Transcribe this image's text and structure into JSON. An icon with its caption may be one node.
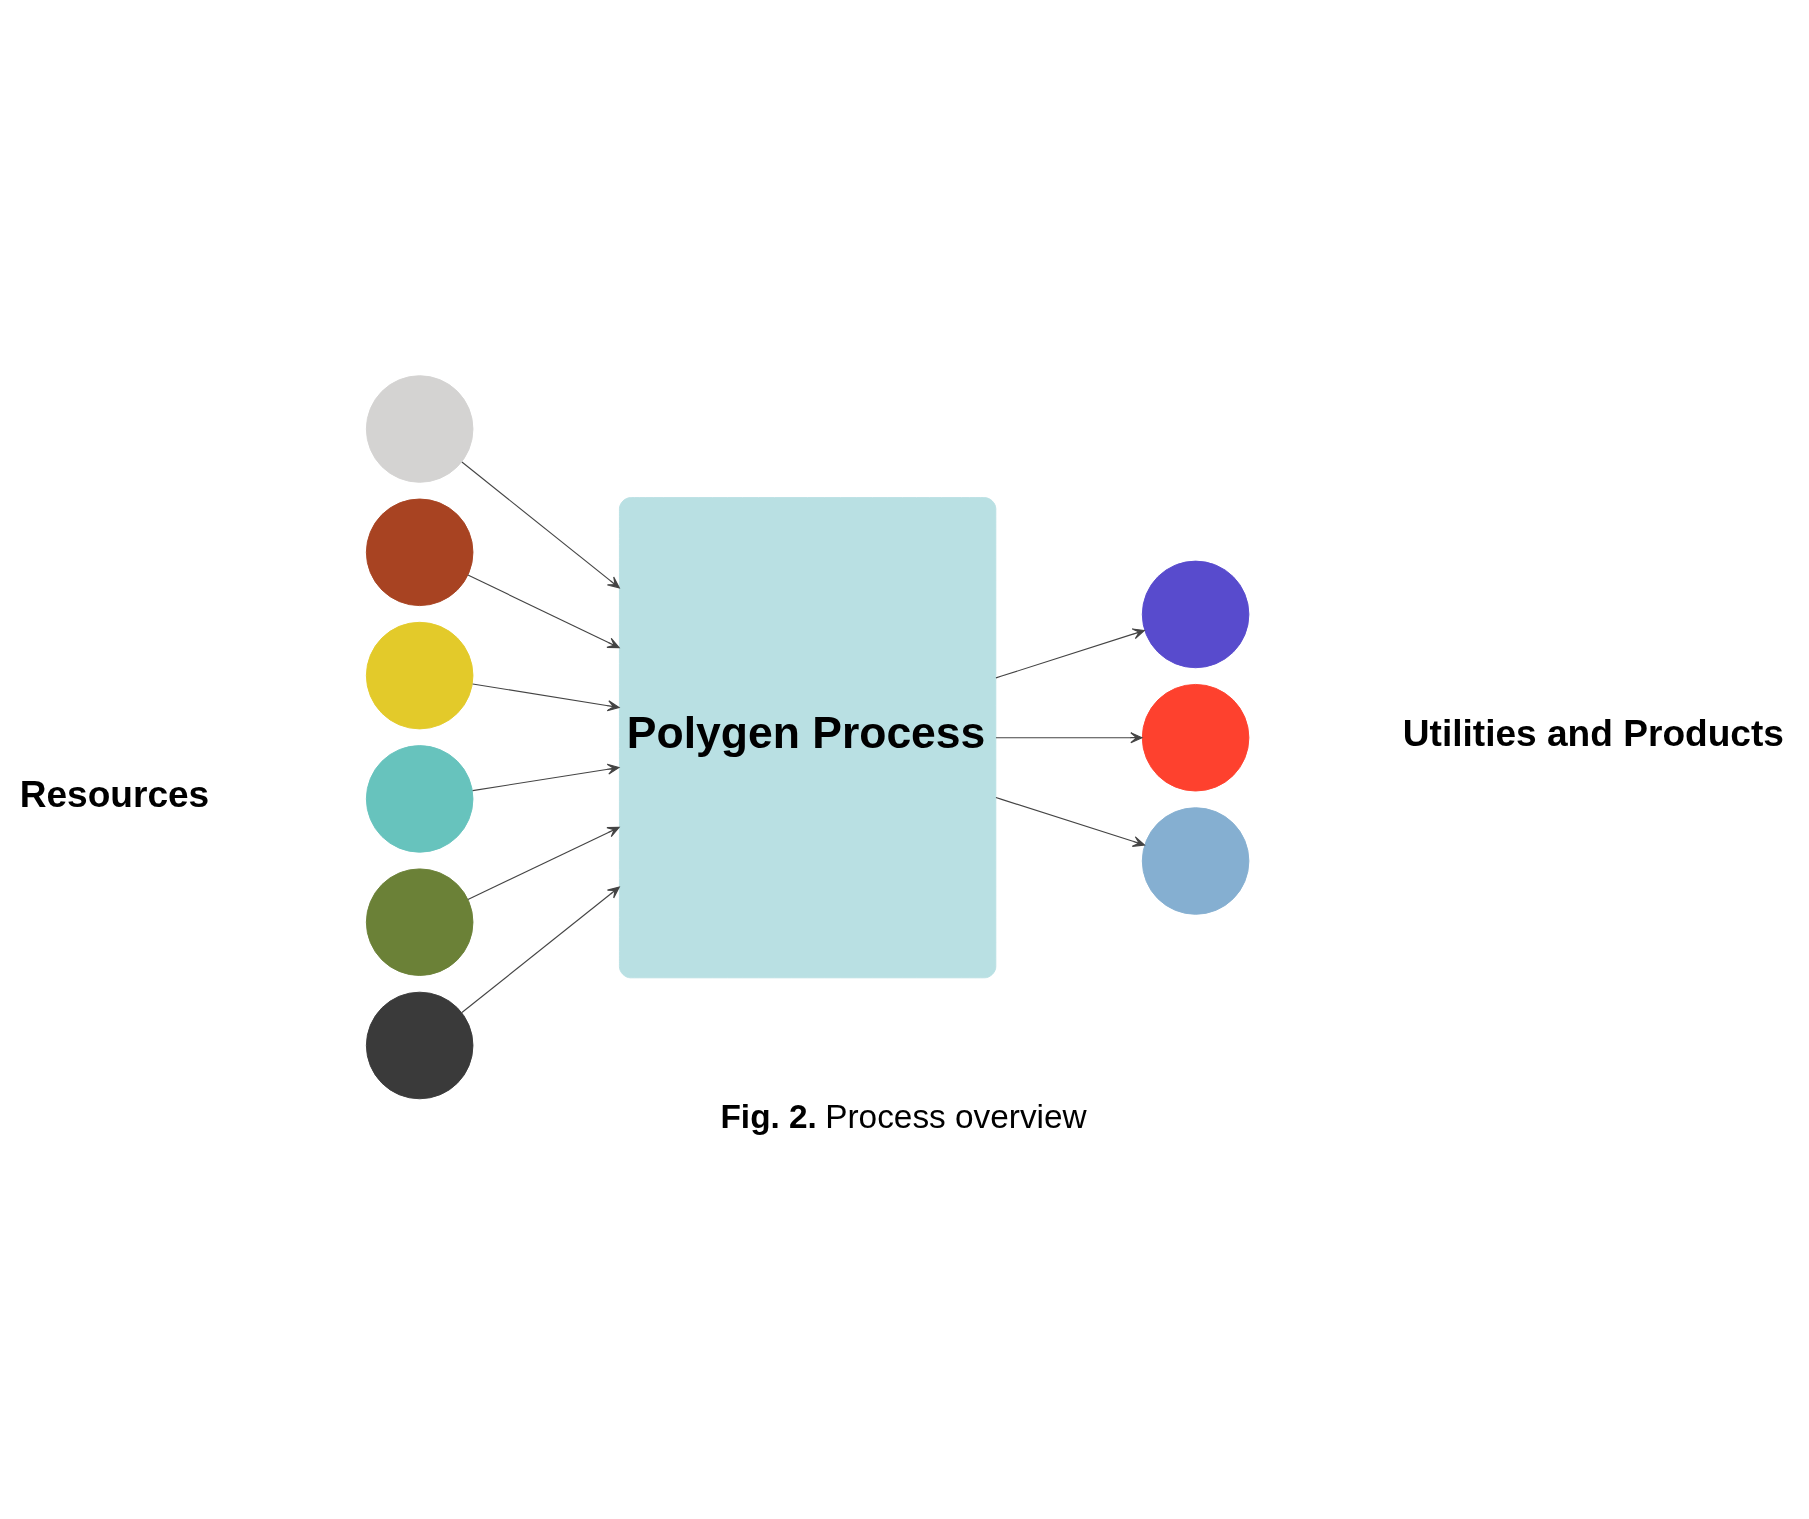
{
  "diagram": {
    "caption": "**Fig. 2.** Process overview",
    "nodes": [
      {
        "text": [],
        "shape": "circle"
      },
      {
        "text": [],
        "shape": "circle"
      },
      {
        "text": [],
        "shape": "circle"
      },
      {
        "text": [],
        "shape": "circle"
      },
      {
        "text": [],
        "shape": "circle"
      },
      {
        "text": [],
        "shape": "circle"
      },
      {
        "text": [
          "Polygen Process"
        ]
      },
      {
        "text": [],
        "shape": "circle"
      },
      {
        "text": [],
        "shape": "circle"
      },
      {
        "text": [],
        "shape": "circle"
      }
    ],
    "edges": [
      {
        "from": 0,
        "to": 6,
        "arrow": "to"
      },
      {
        "from": 1,
        "to": 6,
        "arrow": "to"
      },
      {
        "from": 2,
        "to": 6,
        "arrow": "to"
      },
      {
        "from": 3,
        "to": 6,
        "arrow": "to"
      },
      {
        "from": 4,
        "to": 6,
        "arrow": "to"
      },
      {
        "from": 5,
        "to": 6,
        "arrow": "to"
      },
      {
        "from": 6,
        "to": 7,
        "arrow": "to"
      },
      {
        "from": 6,
        "to": 8,
        "arrow": "to"
      },
      {
        "from": 6,
        "to": 9,
        "arrow": "to"
      }
    ],
    "labels": [
      "Resources",
      "Utilities and Products"
    ]
  }
}
